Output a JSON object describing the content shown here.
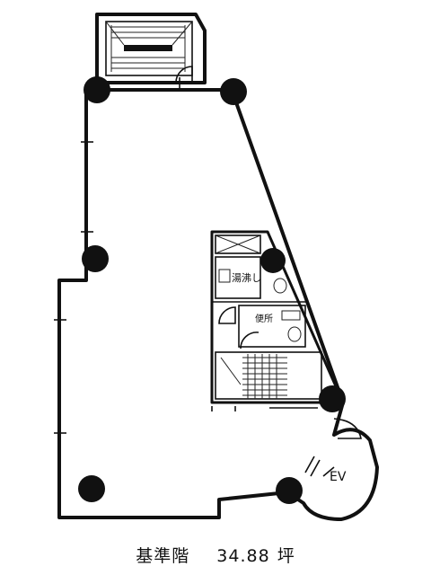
{
  "plan": {
    "labels": {
      "kitchenette": "湯沸し",
      "toilet": "便所",
      "elevator": "EV"
    }
  },
  "caption": {
    "floor": "基準階",
    "area_value": "34.88",
    "area_unit": "坪"
  }
}
